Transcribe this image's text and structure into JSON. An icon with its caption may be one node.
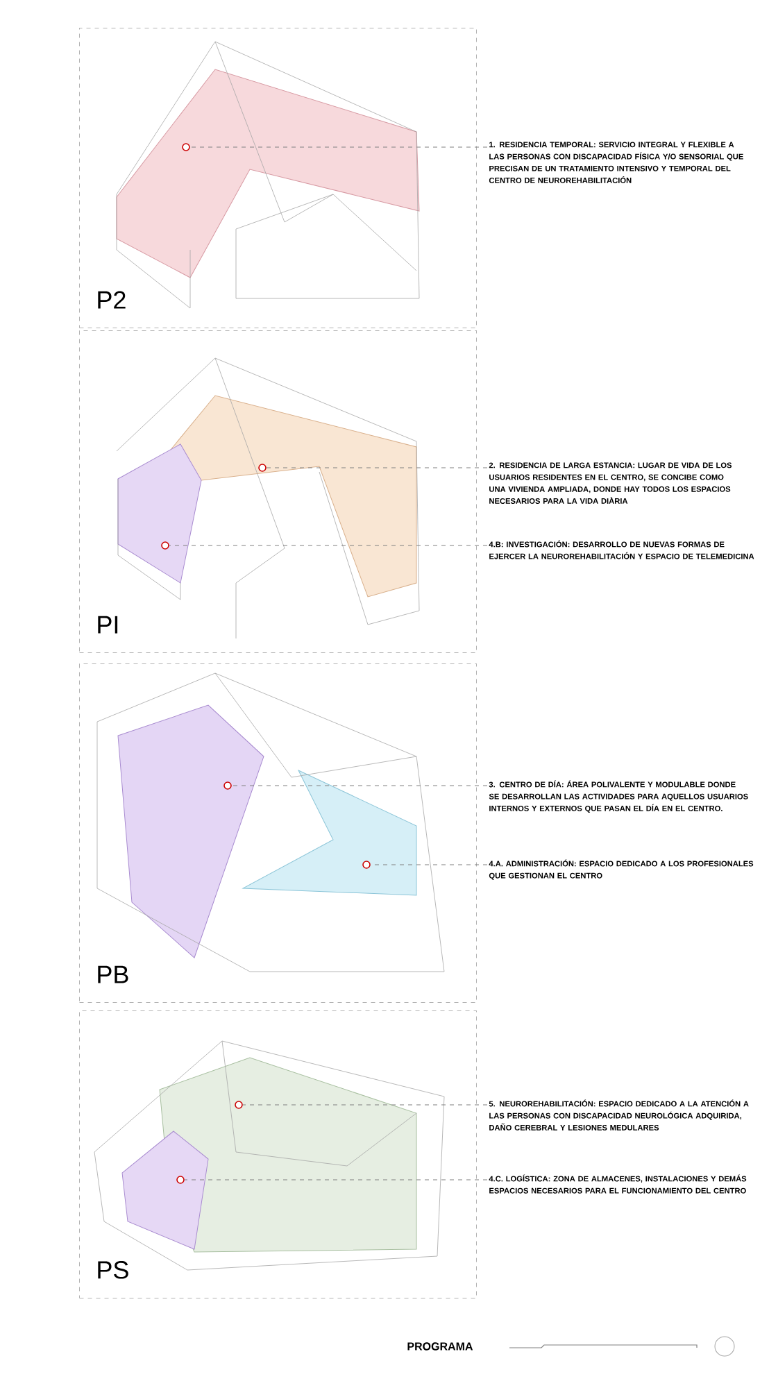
{
  "diagram": {
    "title": "PROGRAMA",
    "nodes": [
      {
        "text": [
          "P2"
        ]
      },
      {
        "text": [],
        "shape": "circle",
        "in": 0
      },
      {
        "text": [
          "1. RESIDENCIA TEMPORAL: SERVICIO INTEGRAL Y FLEXIBLE A LAS PERSONAS CON DISCAPACIDAD FÍSICA Y/O SENSORIAL QUE PRECISAN DE UN TRATAMIENTO INTENSIVO Y TEMPORAL  DEL CENTRO DE NEUROREHABILITACIÓN"
        ]
      },
      {
        "text": [
          "PI"
        ]
      },
      {
        "text": [],
        "shape": "circle",
        "in": 3
      },
      {
        "text": [
          "2. RESIDENCIA DE LARGA ESTANCIA: LUGAR DE VIDA DE LOS USUARIOS RESIDENTES EN EL CENTRO, SE CONCIBE COMO UNA VIVIENDA AMPLIADA, DONDE HAY TODOS LOS ESPACIOS NECESARIOS PARA LA VIDA DIÀRIA"
        ]
      },
      {
        "text": [],
        "shape": "circle",
        "in": 3
      },
      {
        "text": [
          "4.B: INVESTIGACIÓN: DESARROLLO DE NUEVAS FORMAS DE EJERCER LA NEUROREHABILITACIÓN Y ESPACIO DE TELEMEDICINA"
        ]
      },
      {
        "text": [
          "PB"
        ]
      },
      {
        "text": [],
        "shape": "circle",
        "in": 8
      },
      {
        "text": [
          "3. CENTRO DE DÍA: ÁREA POLIVALENTE Y MODULABLE DONDE SE DESARROLLAN LAS ACTIVIDADES PARA AQUELLOS USUARIOS INTERNOS Y EXTERNOS QUE PASAN EL DÍA EN EL CENTRO."
        ]
      },
      {
        "text": [],
        "shape": "circle",
        "in": 8
      },
      {
        "text": [
          "4.A. ADMINISTRACIÓN: ESPACIO DEDICADO A LOS PROFESIONALES QUE GESTIONAN EL CENTRO"
        ]
      },
      {
        "text": [
          "PS"
        ]
      },
      {
        "text": [],
        "shape": "circle",
        "in": 13
      },
      {
        "text": [
          "5. NEUROREHABILITACIÓN: ESPACIO DEDICADO A LA ATENCIÓN A LAS PERSONAS CON DISCAPACIDAD NEUROLÓGICA ADQUIRIDA, DAÑO CEREBRAL Y LESIONES MEDULARES"
        ]
      },
      {
        "text": [],
        "shape": "circle",
        "in": 13
      },
      {
        "text": [
          "4.C. LOGÍSTICA: ZONA DE ALMACENES, INSTALACIONES Y DEMÁS ESPACIOS NECESARIOS PARA EL FUNCIONAMIENTO DEL CENTRO"
        ]
      }
    ],
    "edges": [
      {
        "from": 2,
        "to": 1,
        "arrow": "none",
        "style": "dashed"
      },
      {
        "from": 5,
        "to": 4,
        "arrow": "none",
        "style": "dashed"
      },
      {
        "from": 7,
        "to": 6,
        "arrow": "none",
        "style": "dashed"
      },
      {
        "from": 10,
        "to": 9,
        "arrow": "none",
        "style": "dashed"
      },
      {
        "from": 12,
        "to": 11,
        "arrow": "none",
        "style": "dashed"
      },
      {
        "from": 15,
        "to": 14,
        "arrow": "none",
        "style": "dashed"
      },
      {
        "from": 17,
        "to": 16,
        "arrow": "none",
        "style": "dashed"
      }
    ]
  }
}
